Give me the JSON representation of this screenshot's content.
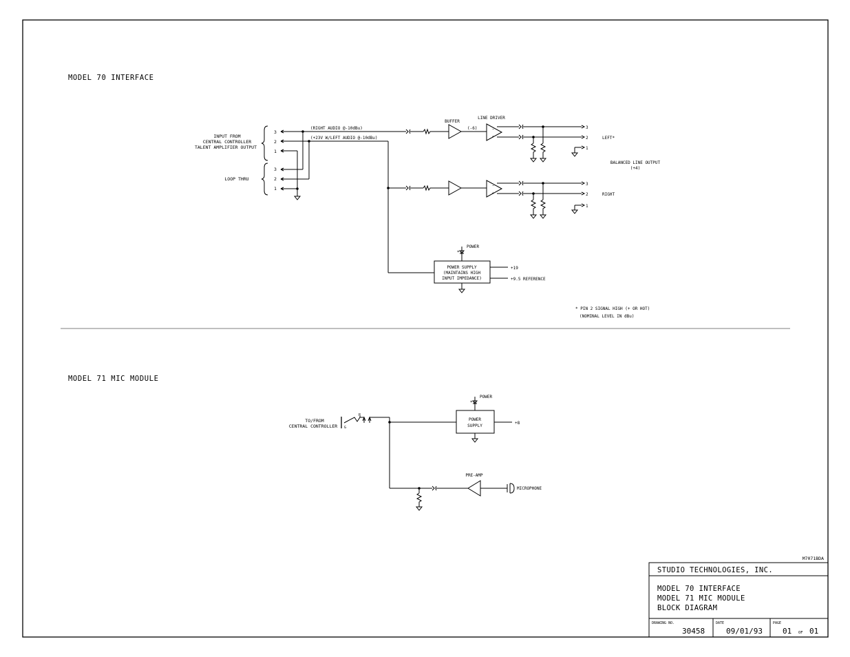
{
  "sections": {
    "model70_title": "MODEL 70 INTERFACE",
    "model71_title": "MODEL 71 MIC MODULE"
  },
  "model70": {
    "input_label": [
      "INPUT FROM",
      "CENTRAL CONTROLLER",
      "TALENT AMPLIFIER OUTPUT"
    ],
    "loop_label": "LOOP THRU",
    "pins": {
      "p3": "3",
      "p2": "2",
      "p1": "1"
    },
    "right_audio": "(RIGHT AUDIO @-10dBu)",
    "left_audio": "(+23V W/LEFT AUDIO @-10dBu)",
    "buffer": "BUFFER",
    "line_driver": "LINE DRIVER",
    "gain": "(-6)",
    "left": "LEFT*",
    "right": "RIGHT",
    "balanced_output": [
      "BALANCED LINE OUTPUT",
      "(+4)"
    ],
    "power": "POWER",
    "power_supply": [
      "POWER SUPPLY",
      "(MAINTAINS HIGH",
      "INPUT IMPEDANCE)"
    ],
    "plus19": "+19",
    "ref95": "+9.5 REFERENCE",
    "footnote": [
      "* PIN 2 SIGNAL HIGH (+ OR HOT)",
      "(NOMINAL LEVEL IN dBu)"
    ]
  },
  "model71": {
    "tofrom": [
      "TO/FROM",
      "CENTRAL CONTROLLER"
    ],
    "power": "POWER",
    "power_supply": [
      "POWER",
      "SUPPLY"
    ],
    "plus8": "+8",
    "preamp": "PRE-AMP",
    "microphone": "MICROPHONE"
  },
  "title_block": {
    "ref_code": "M7071BDA",
    "company": "STUDIO TECHNOLOGIES, INC.",
    "title_lines": [
      "MODEL 70 INTERFACE",
      "MODEL 71 MIC MODULE",
      "BLOCK DIAGRAM"
    ],
    "drawing_no_label": "DRAWING NO.",
    "drawing_no": "30458",
    "date_label": "DATE",
    "date": "09/01/93",
    "page_label": "PAGE",
    "page": "01",
    "page_of": "OF",
    "page_total": "01"
  }
}
